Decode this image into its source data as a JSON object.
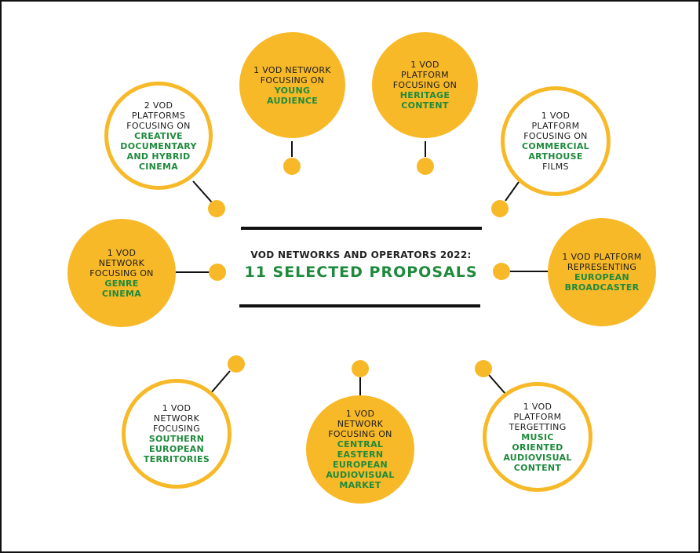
{
  "title": "VOD NETWORKS AND OPERATORS 2022:",
  "subtitle": "11 SELECTED PROPOSALS",
  "colors": {
    "accent": "#F7B928",
    "green": "#1E8A3C",
    "dark": "#111111"
  },
  "nodes": {
    "young": {
      "line1": "1 VOD  NETWORK",
      "line2": "FOCUSING ON",
      "focus1": "YOUNG",
      "focus2": "AUDIENCE"
    },
    "heritage": {
      "line1": "1 VOD",
      "line2": "PLATFORM",
      "line3": "FOCUSING ON",
      "focus1": "HERITAGE",
      "focus2": "CONTENT"
    },
    "creative": {
      "line1": "2 VOD",
      "line2": "PLATFORMS",
      "line3": "FOCUSING ON",
      "focus1": "CREATIVE",
      "focus2": "DOCUMENTARY",
      "focus3": "AND HYBRID",
      "focus4": "CINEMA"
    },
    "arthouse": {
      "line1": "1 VOD",
      "line2": "PLATFORM",
      "line3": "FOCUSING ON",
      "focus1": "COMMERCIAL",
      "focus2": "ARTHOUSE",
      "line4": "FILMS"
    },
    "genre": {
      "line1": "1 VOD",
      "line2": "NETWORK",
      "line3": "FOCUSING ON",
      "focus1": "GENRE",
      "focus2": "CINEMA"
    },
    "broadcaster": {
      "line1": "1 VOD PLATFORM",
      "line2": "REPRESENTING",
      "focus1": "EUROPEAN",
      "focus2": "BROADCASTER"
    },
    "southern": {
      "line1": "1 VOD",
      "line2": "NETWORK",
      "line3": "FOCUSING",
      "focus1": "SOUTHERN",
      "focus2": "EUROPEAN",
      "focus3": "TERRITORIES"
    },
    "central": {
      "line1": "1 VOD",
      "line2": "NETWORK",
      "line3": "FOCUSING ON",
      "focus1": "CENTRAL",
      "focus2": "EASTERN",
      "focus3": "EUROPEAN",
      "focus4": "AUDIOVISUAL",
      "focus5": "MARKET"
    },
    "music": {
      "line1": "1 VOD",
      "line2": "PLATFORM",
      "line3": "TERGETTING",
      "focus1": "MUSIC",
      "focus2": "ORIENTED",
      "focus3": "AUDIOVISUAL",
      "focus4": "CONTENT"
    }
  }
}
